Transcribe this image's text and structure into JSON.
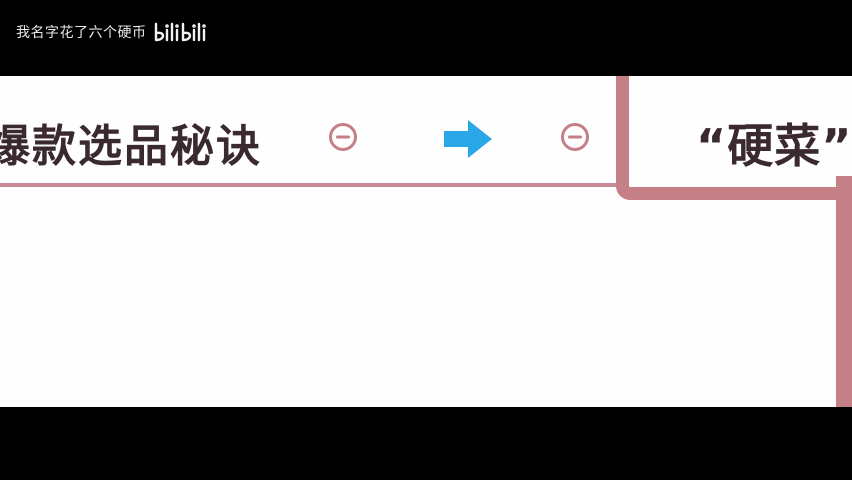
{
  "watermark": {
    "uploader": "我名字花了六个硬币",
    "logo_text": "bilibili"
  },
  "slide": {
    "headline": "爆款选品秘诀",
    "highlight": "“硬菜”"
  },
  "icons": {
    "minus_left": "minus-circle-icon",
    "arrow": "arrow-right-icon",
    "minus_right": "minus-circle-icon"
  },
  "colors": {
    "background": "#000000",
    "slide_bg": "#fffefe",
    "accent_pink": "#c57f87",
    "arrow_blue": "#2aa7e6",
    "text_dark": "#3a2a2e"
  }
}
